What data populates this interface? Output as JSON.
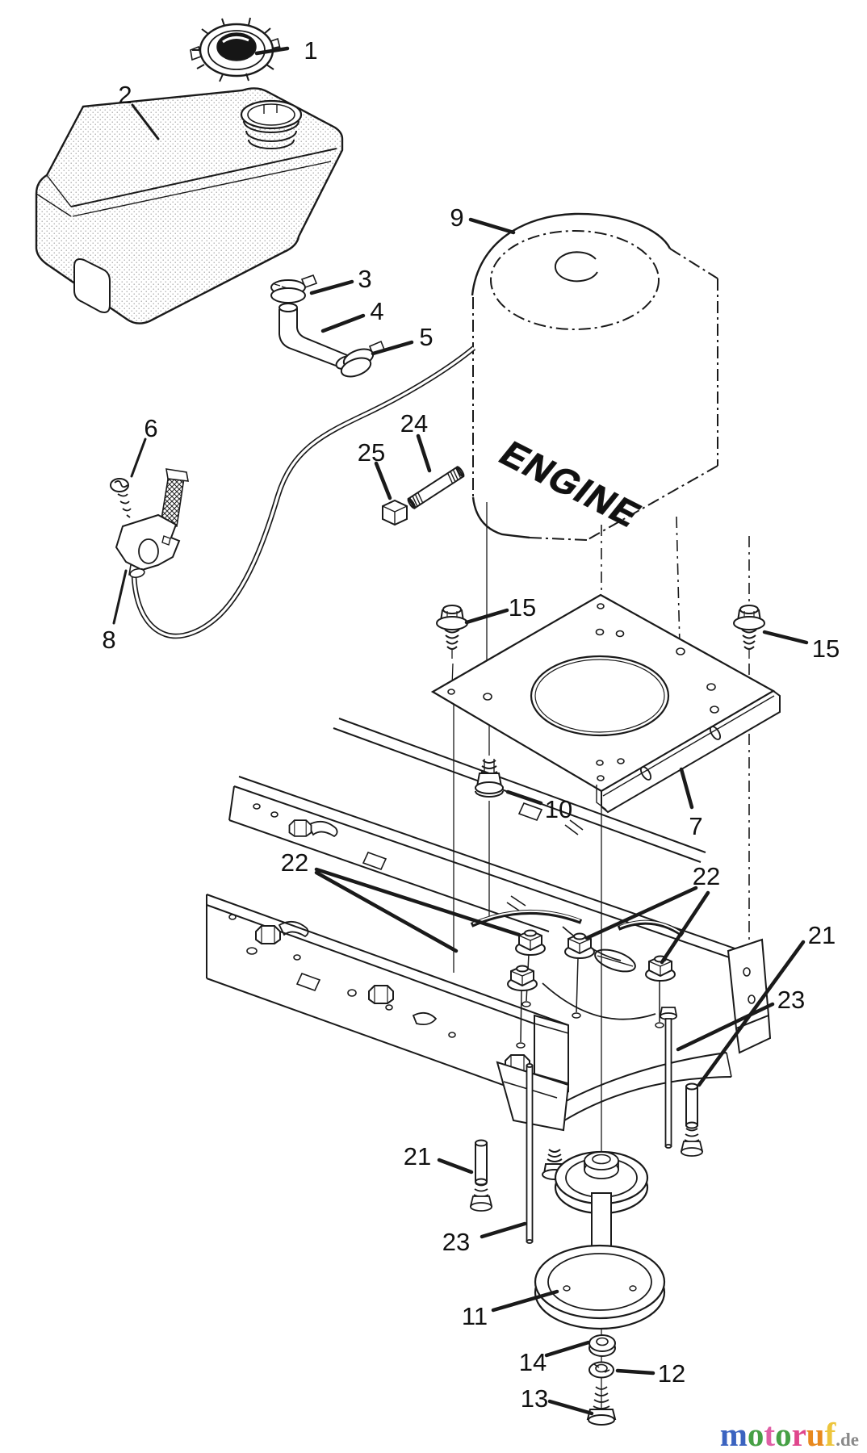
{
  "engine_label": "ENGINE",
  "callouts": {
    "c1": "1",
    "c2": "2",
    "c3": "3",
    "c4": "4",
    "c5": "5",
    "c6": "6",
    "c7": "7",
    "c8": "8",
    "c9": "9",
    "c10": "10",
    "c11": "11",
    "c12": "12",
    "c13": "13",
    "c14": "14",
    "c15_left": "15",
    "c15_right": "15",
    "c21_left": "21",
    "c21_right": "21",
    "c22_left": "22",
    "c22_right": "22",
    "c23_left": "23",
    "c23_right": "23",
    "c24": "24",
    "c25": "25"
  },
  "watermark": {
    "letters": [
      {
        "ch": "m",
        "color": "#3b63c0"
      },
      {
        "ch": "o",
        "color": "#46a045"
      },
      {
        "ch": "t",
        "color": "#e05fa5"
      },
      {
        "ch": "o",
        "color": "#46a045"
      },
      {
        "ch": "r",
        "color": "#e0468c"
      },
      {
        "ch": "u",
        "color": "#e8891e"
      },
      {
        "ch": "f",
        "color": "#edc53c"
      }
    ],
    "suffix": ".de"
  }
}
